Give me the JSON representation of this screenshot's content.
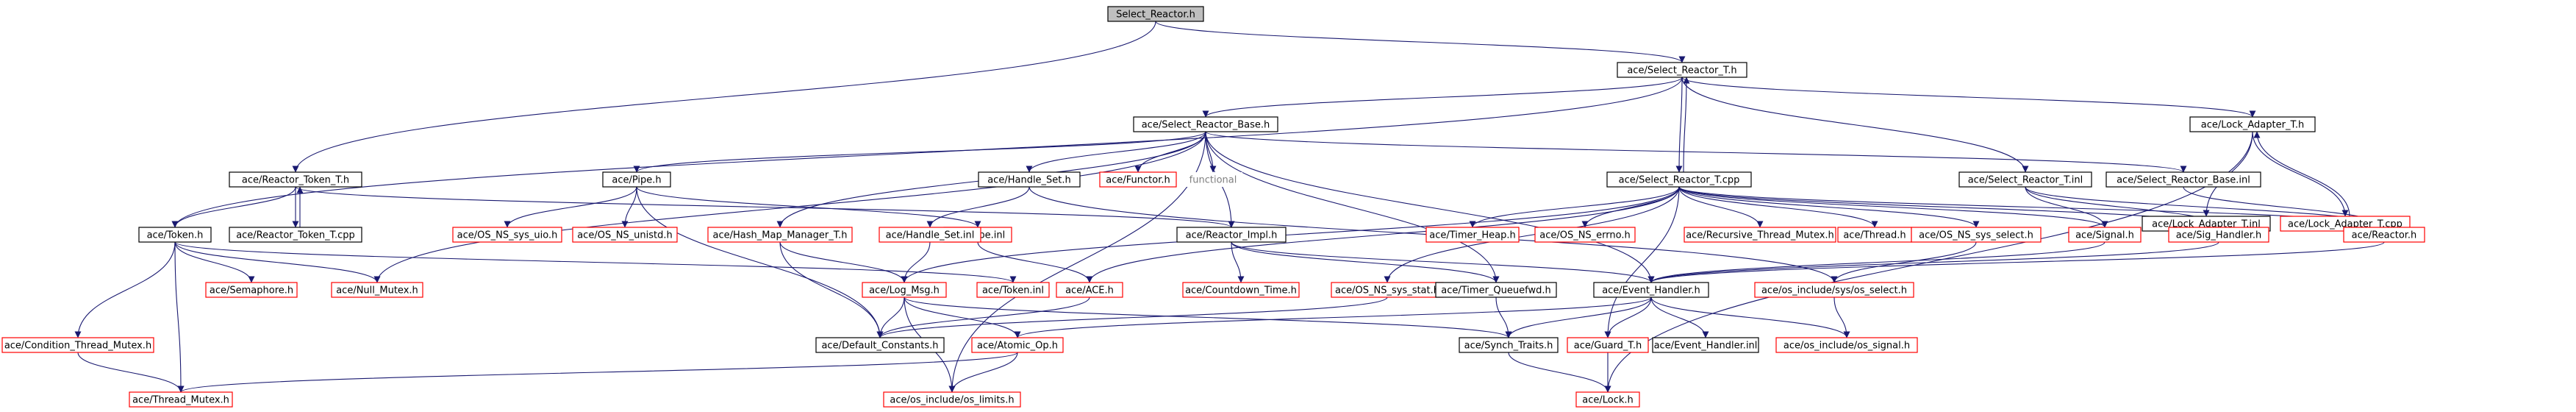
{
  "diagram": {
    "type": "include-dependency-graph",
    "edge_color": "#191970",
    "node_border_colors": {
      "documented": "#000000",
      "undocumented": "#ff0000",
      "external": "#7f7f7f"
    },
    "root_fill": "#bfbfbf",
    "nodes": [
      {
        "id": "n_select_reactor_h",
        "label": "Select_Reactor.h",
        "style": "root"
      },
      {
        "id": "n_select_reactor_t_h",
        "label": "ace/Select_Reactor_T.h",
        "style": "black"
      },
      {
        "id": "n_select_reactor_base_h",
        "label": "ace/Select_Reactor_Base.h",
        "style": "black"
      },
      {
        "id": "n_lock_adapter_t_h",
        "label": "ace/Lock_Adapter_T.h",
        "style": "black"
      },
      {
        "id": "n_reactor_token_t_h",
        "label": "ace/Reactor_Token_T.h",
        "style": "black"
      },
      {
        "id": "n_pipe_h",
        "label": "ace/Pipe.h",
        "style": "black"
      },
      {
        "id": "n_handle_set_h",
        "label": "ace/Handle_Set.h",
        "style": "black"
      },
      {
        "id": "n_functor_h",
        "label": "ace/Functor.h",
        "style": "red"
      },
      {
        "id": "n_functional",
        "label": "functional",
        "style": "grey"
      },
      {
        "id": "n_select_reactor_t_cpp",
        "label": "ace/Select_Reactor_T.cpp",
        "style": "black"
      },
      {
        "id": "n_select_reactor_t_inl",
        "label": "ace/Select_Reactor_T.inl",
        "style": "black"
      },
      {
        "id": "n_select_reactor_base_inl",
        "label": "ace/Select_Reactor_Base.inl",
        "style": "black"
      },
      {
        "id": "n_lock_adapter_t_inl",
        "label": "ace/Lock_Adapter_T.inl",
        "style": "black"
      },
      {
        "id": "n_lock_adapter_t_cpp",
        "label": "ace/Lock_Adapter_T.cpp",
        "style": "red"
      },
      {
        "id": "n_token_h",
        "label": "ace/Token.h",
        "style": "black"
      },
      {
        "id": "n_reactor_token_t_cpp",
        "label": "ace/Reactor_Token_T.cpp",
        "style": "black"
      },
      {
        "id": "n_os_ns_sys_uio_h",
        "label": "ace/OS_NS_sys_uio.h",
        "style": "red"
      },
      {
        "id": "n_os_ns_unistd_h",
        "label": "ace/OS_NS_unistd.h",
        "style": "red"
      },
      {
        "id": "n_pipe_inl",
        "label": "ace/Pipe.inl",
        "style": "red"
      },
      {
        "id": "n_hash_map_manager_t_h",
        "label": "ace/Hash_Map_Manager_T.h",
        "style": "red"
      },
      {
        "id": "n_handle_set_inl",
        "label": "ace/Handle_Set.inl",
        "style": "red"
      },
      {
        "id": "n_reactor_impl_h",
        "label": "ace/Reactor_Impl.h",
        "style": "black"
      },
      {
        "id": "n_timer_heap_h",
        "label": "ace/Timer_Heap.h",
        "style": "red"
      },
      {
        "id": "n_os_ns_errno_h",
        "label": "ace/OS_NS_errno.h",
        "style": "red"
      },
      {
        "id": "n_recursive_thread_mutex_h",
        "label": "ace/Recursive_Thread_Mutex.h",
        "style": "red"
      },
      {
        "id": "n_thread_h",
        "label": "ace/Thread.h",
        "style": "red"
      },
      {
        "id": "n_os_ns_sys_select_h",
        "label": "ace/OS_NS_sys_select.h",
        "style": "red"
      },
      {
        "id": "n_signal_h",
        "label": "ace/Signal.h",
        "style": "red"
      },
      {
        "id": "n_sig_handler_h",
        "label": "ace/Sig_Handler.h",
        "style": "red"
      },
      {
        "id": "n_reactor_h",
        "label": "ace/Reactor.h",
        "style": "red"
      },
      {
        "id": "n_semaphore_h",
        "label": "ace/Semaphore.h",
        "style": "red"
      },
      {
        "id": "n_null_mutex_h",
        "label": "ace/Null_Mutex.h",
        "style": "red"
      },
      {
        "id": "n_log_msg_h",
        "label": "ace/Log_Msg.h",
        "style": "red"
      },
      {
        "id": "n_token_inl",
        "label": "ace/Token.inl",
        "style": "red"
      },
      {
        "id": "n_ace_h",
        "label": "ace/ACE.h",
        "style": "red"
      },
      {
        "id": "n_countdown_time_h",
        "label": "ace/Countdown_Time.h",
        "style": "red"
      },
      {
        "id": "n_os_ns_sys_stat_h",
        "label": "ace/OS_NS_sys_stat.h",
        "style": "red"
      },
      {
        "id": "n_timer_queuefwd_h",
        "label": "ace/Timer_Queuefwd.h",
        "style": "black"
      },
      {
        "id": "n_event_handler_h",
        "label": "ace/Event_Handler.h",
        "style": "black"
      },
      {
        "id": "n_os_include_sys_os_select_h",
        "label": "ace/os_include/sys/os_select.h",
        "style": "red"
      },
      {
        "id": "n_condition_thread_mutex_h",
        "label": "ace/Condition_Thread_Mutex.h",
        "style": "red"
      },
      {
        "id": "n_default_constants_h",
        "label": "ace/Default_Constants.h",
        "style": "black"
      },
      {
        "id": "n_atomic_op_h",
        "label": "ace/Atomic_Op.h",
        "style": "red"
      },
      {
        "id": "n_synch_traits_h",
        "label": "ace/Synch_Traits.h",
        "style": "black"
      },
      {
        "id": "n_guard_t_h",
        "label": "ace/Guard_T.h",
        "style": "red"
      },
      {
        "id": "n_event_handler_inl",
        "label": "ace/Event_Handler.inl",
        "style": "black"
      },
      {
        "id": "n_os_include_os_signal_h",
        "label": "ace/os_include/os_signal.h",
        "style": "red"
      },
      {
        "id": "n_thread_mutex_h",
        "label": "ace/Thread_Mutex.h",
        "style": "red"
      },
      {
        "id": "n_os_include_os_limits_h",
        "label": "ace/os_include/os_limits.h",
        "style": "red"
      },
      {
        "id": "n_lock_h",
        "label": "ace/Lock.h",
        "style": "red"
      }
    ],
    "edges": [
      [
        "n_select_reactor_h",
        "n_select_reactor_t_h"
      ],
      [
        "n_select_reactor_h",
        "n_reactor_token_t_h"
      ],
      [
        "n_select_reactor_t_h",
        "n_select_reactor_base_h"
      ],
      [
        "n_select_reactor_t_h",
        "n_lock_adapter_t_h"
      ],
      [
        "n_select_reactor_t_h",
        "n_select_reactor_t_cpp"
      ],
      [
        "n_select_reactor_t_h",
        "n_select_reactor_t_inl"
      ],
      [
        "n_select_reactor_t_h",
        "n_token_h"
      ],
      [
        "n_select_reactor_t_cpp",
        "n_select_reactor_t_h"
      ],
      [
        "n_select_reactor_base_h",
        "n_pipe_h"
      ],
      [
        "n_select_reactor_base_h",
        "n_handle_set_h"
      ],
      [
        "n_select_reactor_base_h",
        "n_functor_h"
      ],
      [
        "n_select_reactor_base_h",
        "n_functional"
      ],
      [
        "n_select_reactor_base_h",
        "n_select_reactor_base_inl"
      ],
      [
        "n_select_reactor_base_h",
        "n_null_mutex_h"
      ],
      [
        "n_select_reactor_base_h",
        "n_hash_map_manager_t_h"
      ],
      [
        "n_select_reactor_base_h",
        "n_reactor_impl_h"
      ],
      [
        "n_select_reactor_base_h",
        "n_event_handler_h"
      ],
      [
        "n_select_reactor_base_h",
        "n_timer_queuefwd_h"
      ],
      [
        "n_select_reactor_base_h",
        "n_os_include_os_limits_h"
      ],
      [
        "n_lock_adapter_t_h",
        "n_lock_adapter_t_inl"
      ],
      [
        "n_lock_adapter_t_h",
        "n_lock_adapter_t_cpp"
      ],
      [
        "n_lock_adapter_t_h",
        "n_lock_h"
      ],
      [
        "n_lock_adapter_t_cpp",
        "n_lock_adapter_t_h"
      ],
      [
        "n_reactor_token_t_h",
        "n_token_h"
      ],
      [
        "n_reactor_token_t_h",
        "n_reactor_token_t_cpp"
      ],
      [
        "n_reactor_token_t_h",
        "n_reactor_impl_h"
      ],
      [
        "n_reactor_token_t_cpp",
        "n_reactor_token_t_h"
      ],
      [
        "n_pipe_h",
        "n_os_ns_sys_uio_h"
      ],
      [
        "n_pipe_h",
        "n_os_ns_unistd_h"
      ],
      [
        "n_pipe_h",
        "n_pipe_inl"
      ],
      [
        "n_pipe_h",
        "n_default_constants_h"
      ],
      [
        "n_handle_set_h",
        "n_handle_set_inl"
      ],
      [
        "n_handle_set_h",
        "n_os_include_sys_os_select_h"
      ],
      [
        "n_handle_set_inl",
        "n_log_msg_h"
      ],
      [
        "n_pipe_inl",
        "n_ace_h"
      ],
      [
        "n_hash_map_manager_t_h",
        "n_log_msg_h"
      ],
      [
        "n_hash_map_manager_t_h",
        "n_default_constants_h"
      ],
      [
        "n_reactor_impl_h",
        "n_countdown_time_h"
      ],
      [
        "n_reactor_impl_h",
        "n_timer_queuefwd_h"
      ],
      [
        "n_reactor_impl_h",
        "n_event_handler_h"
      ],
      [
        "n_select_reactor_t_cpp",
        "n_timer_heap_h"
      ],
      [
        "n_select_reactor_t_cpp",
        "n_os_ns_errno_h"
      ],
      [
        "n_select_reactor_t_cpp",
        "n_recursive_thread_mutex_h"
      ],
      [
        "n_select_reactor_t_cpp",
        "n_thread_h"
      ],
      [
        "n_select_reactor_t_cpp",
        "n_os_ns_sys_select_h"
      ],
      [
        "n_select_reactor_t_cpp",
        "n_signal_h"
      ],
      [
        "n_select_reactor_t_cpp",
        "n_sig_handler_h"
      ],
      [
        "n_select_reactor_t_cpp",
        "n_reactor_h"
      ],
      [
        "n_select_reactor_t_cpp",
        "n_log_msg_h"
      ],
      [
        "n_select_reactor_t_cpp",
        "n_ace_h"
      ],
      [
        "n_select_reactor_t_cpp",
        "n_os_ns_sys_stat_h"
      ],
      [
        "n_select_reactor_t_cpp",
        "n_guard_t_h"
      ],
      [
        "n_select_reactor_t_inl",
        "n_signal_h"
      ],
      [
        "n_select_reactor_t_inl",
        "n_sig_handler_h"
      ],
      [
        "n_select_reactor_t_inl",
        "n_reactor_h"
      ],
      [
        "n_select_reactor_base_inl",
        "n_reactor_h"
      ],
      [
        "n_os_ns_sys_select_h",
        "n_os_include_sys_os_select_h"
      ],
      [
        "n_sig_handler_h",
        "n_event_handler_h"
      ],
      [
        "n_reactor_h",
        "n_event_handler_h"
      ],
      [
        "n_signal_h",
        "n_event_handler_h"
      ],
      [
        "n_token_h",
        "n_semaphore_h"
      ],
      [
        "n_token_h",
        "n_null_mutex_h"
      ],
      [
        "n_token_h",
        "n_condition_thread_mutex_h"
      ],
      [
        "n_token_h",
        "n_thread_mutex_h"
      ],
      [
        "n_token_h",
        "n_token_inl"
      ],
      [
        "n_log_msg_h",
        "n_default_constants_h"
      ],
      [
        "n_log_msg_h",
        "n_atomic_op_h"
      ],
      [
        "n_log_msg_h",
        "n_synch_traits_h"
      ],
      [
        "n_log_msg_h",
        "n_os_include_os_limits_h"
      ],
      [
        "n_ace_h",
        "n_default_constants_h"
      ],
      [
        "n_os_ns_sys_stat_h",
        "n_default_constants_h"
      ],
      [
        "n_timer_queuefwd_h",
        "n_synch_traits_h"
      ],
      [
        "n_event_handler_h",
        "n_atomic_op_h"
      ],
      [
        "n_event_handler_h",
        "n_synch_traits_h"
      ],
      [
        "n_event_handler_h",
        "n_guard_t_h"
      ],
      [
        "n_event_handler_h",
        "n_event_handler_inl"
      ],
      [
        "n_event_handler_h",
        "n_os_include_os_signal_h"
      ],
      [
        "n_os_include_sys_os_select_h",
        "n_os_include_os_signal_h"
      ],
      [
        "n_condition_thread_mutex_h",
        "n_thread_mutex_h"
      ],
      [
        "n_atomic_op_h",
        "n_thread_mutex_h"
      ],
      [
        "n_atomic_op_h",
        "n_os_include_os_limits_h"
      ],
      [
        "n_synch_traits_h",
        "n_lock_h"
      ],
      [
        "n_guard_t_h",
        "n_lock_h"
      ]
    ]
  }
}
